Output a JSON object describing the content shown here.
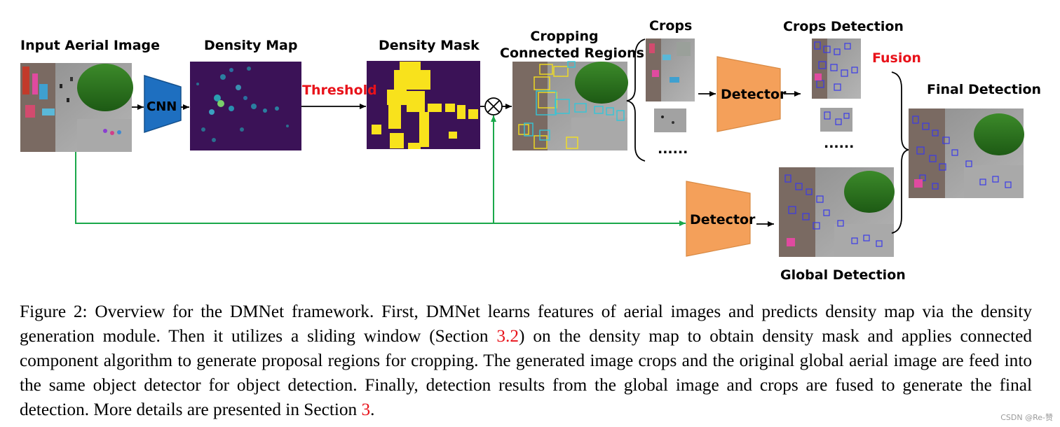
{
  "figure": {
    "labels": {
      "input_aerial_image": "Input Aerial Image",
      "density_map": "Density Map",
      "density_mask": "Density Mask",
      "cropping_line1": "Cropping",
      "cropping_line2": "Connected Regions",
      "crops": "Crops",
      "crops_detection": "Crops Detection",
      "fusion": "Fusion",
      "final_detection": "Final Detection",
      "global_detection": "Global Detection",
      "threshold": "Threshold",
      "cnn": "CNN",
      "detector_top": "Detector",
      "detector_bottom": "Detector",
      "crops_ellipsis": "......",
      "crops_detection_ellipsis": "......"
    },
    "colors": {
      "green_arrow": "#1aa84a",
      "detector_fill": "#f4a05a",
      "cnn_fill": "#1e6fc0",
      "density_bg": "#3b1257",
      "mask_fill": "#f8e21c",
      "highlight_red": "#e8121a"
    }
  },
  "caption": {
    "label": "Figure 2:",
    "part1": "Overview for the DMNet framework. First, DMNet learns features of aerial images and predicts density map via the density generation module. Then it utilizes a sliding window (Section ",
    "ref1": "3.2",
    "part2": ") on the density map to obtain density mask and applies connected component algorithm to generate proposal regions for cropping. The generated image crops and the original global aerial image are feed into the same object detector for object detection. Finally, detection results from the global image and crops are fused to generate the final detection. More details are presented in Section ",
    "ref2": "3",
    "part3": "."
  },
  "watermark": "CSDN @Re-赞"
}
